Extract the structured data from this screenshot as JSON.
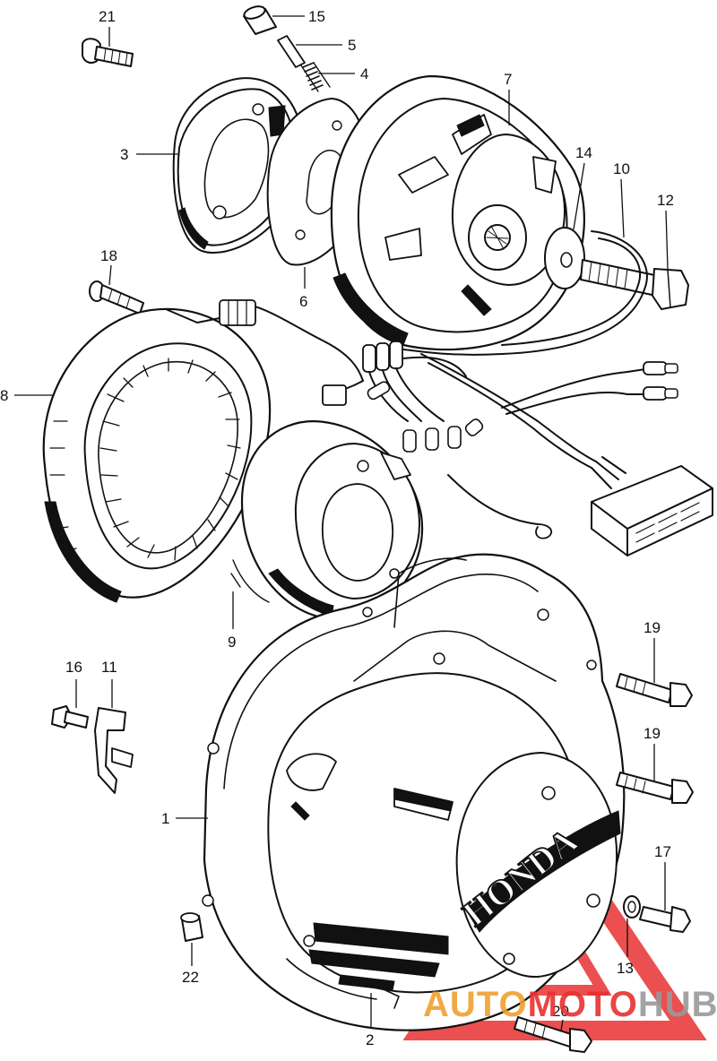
{
  "diagram": {
    "callouts": [
      {
        "id": "c21",
        "text": "21"
      },
      {
        "id": "c15",
        "text": "15"
      },
      {
        "id": "c5",
        "text": "5"
      },
      {
        "id": "c4",
        "text": "4"
      },
      {
        "id": "c3",
        "text": "3"
      },
      {
        "id": "c7",
        "text": "7"
      },
      {
        "id": "c14",
        "text": "14"
      },
      {
        "id": "c10",
        "text": "10"
      },
      {
        "id": "c12",
        "text": "12"
      },
      {
        "id": "c6",
        "text": "6"
      },
      {
        "id": "c18",
        "text": "18"
      },
      {
        "id": "c8",
        "text": "8"
      },
      {
        "id": "c9",
        "text": "9"
      },
      {
        "id": "c16",
        "text": "16"
      },
      {
        "id": "c11",
        "text": "11"
      },
      {
        "id": "c19a",
        "text": "19"
      },
      {
        "id": "c19b",
        "text": "19"
      },
      {
        "id": "c1",
        "text": "1"
      },
      {
        "id": "c17",
        "text": "17"
      },
      {
        "id": "c22",
        "text": "22"
      },
      {
        "id": "c13",
        "text": "13"
      },
      {
        "id": "c20",
        "text": "20"
      },
      {
        "id": "c2",
        "text": "2"
      }
    ],
    "cover_logo": "HONDA"
  },
  "watermark": {
    "part1": "AUTO",
    "part2": "MOTO",
    "part3": "HUB",
    "color_orange": "#f0a030",
    "color_red": "#e83030",
    "color_gray": "#9a9a9a"
  }
}
